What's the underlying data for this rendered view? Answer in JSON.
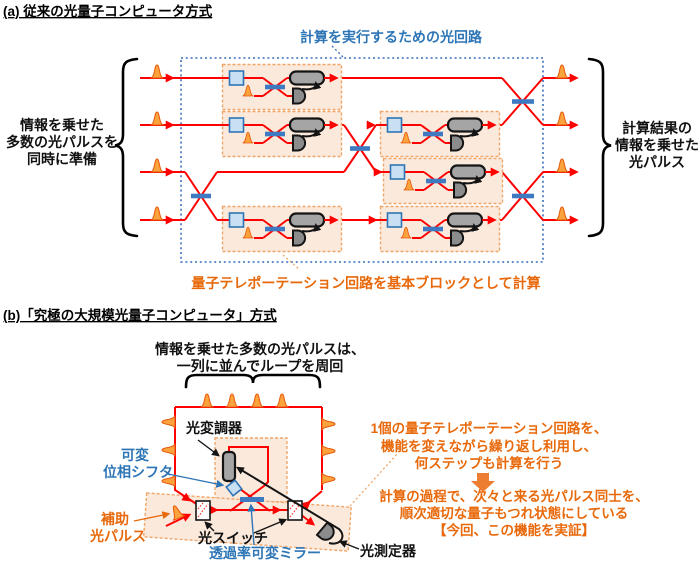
{
  "panel_a": {
    "title": "(a) 従来の光量子コンピュータ方式",
    "circuit_box_label": "計算を実行するための光回路",
    "input_label_lines": [
      "情報を乗せた",
      "多数の光パルスを",
      "同時に準備"
    ],
    "output_label_lines": [
      "計算結果の",
      "情報を乗せた",
      "光パルス"
    ],
    "bottom_label": "量子テレポーテーション回路を基本ブロックとして計算"
  },
  "panel_b": {
    "title": "(b)「究極の大規模光量子コンピュータ」方式",
    "loop_label_lines": [
      "情報を乗せた多数の光パルスは、",
      "一列に並んでループを周回"
    ],
    "component_labels": {
      "modulator": "光変調器",
      "phase_shifter_lines": [
        "可変",
        "位相シフタ"
      ],
      "aux_pulse_lines": [
        "補助",
        "光パルス"
      ],
      "optical_switch": "光スイッチ",
      "variable_mirror": "透過率可変ミラー",
      "detector": "光測定器"
    },
    "note_reuse_lines": [
      "1個の量子テレポーテーション回路を、",
      "機能を変えながら繰り返し利用し、",
      "何ステップも計算を行う"
    ],
    "note_entangle_lines": [
      "計算の過程で、次々と来る光パルス同士を、",
      "順次適切な量子もつれ状態にしている",
      "【今回、この機能を実証】"
    ]
  },
  "colors": {
    "beam_red": "#FF0000",
    "accent_orange": "#E8690B",
    "accent_blue": "#2E75B6",
    "pulse_fill": "#FBA33C",
    "block_fill": "#FBE9DC",
    "component_gray": "#A5A5A5"
  }
}
